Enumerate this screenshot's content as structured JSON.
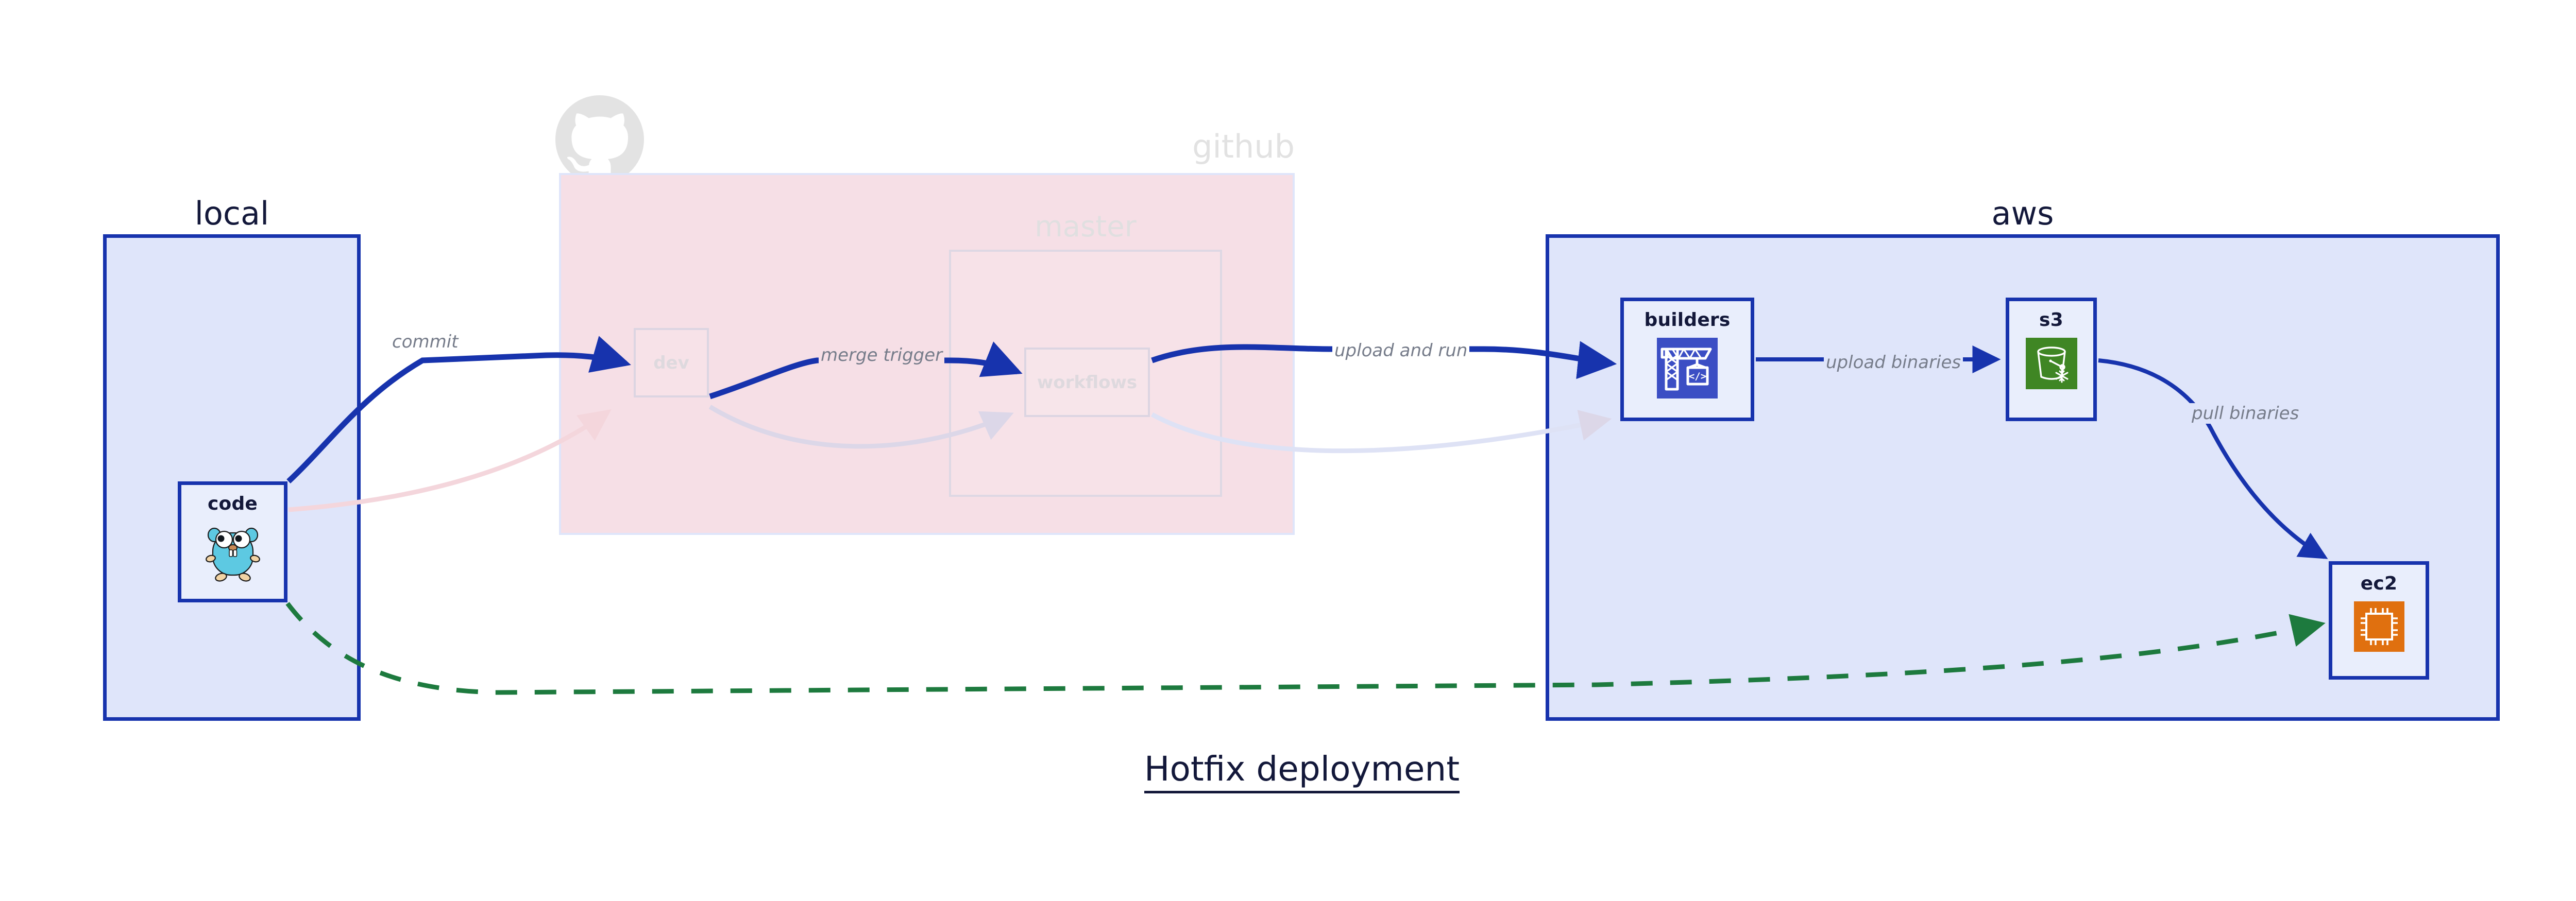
{
  "diagram": {
    "title": "Hotfix deployment",
    "colors": {
      "container_border_blue": "#1733ad",
      "container_fill_blue": "#dfe5fa",
      "github_fill_pink": "#f6dfe6",
      "node_fill": "#e9eefc",
      "arrow_blue": "#1733ad",
      "arrow_green_dashed": "#1d7a3e",
      "label_gray": "#767c8a",
      "ghost_gray": "#e0dfe0",
      "builders_icon_bg": "#3b4ec4",
      "s3_icon_bg": "#3f8624",
      "ec2_icon_bg": "#e0700f",
      "gopher_teal": "#5dc9e2"
    }
  },
  "groups": [
    {
      "id": "local",
      "label": "local"
    },
    {
      "id": "github",
      "label": "github"
    },
    {
      "id": "master",
      "label": "master"
    },
    {
      "id": "aws",
      "label": "aws"
    }
  ],
  "nodes": [
    {
      "id": "code",
      "label": "code",
      "icon": "gopher-icon",
      "group": "local"
    },
    {
      "id": "dev",
      "label": "dev",
      "icon": null,
      "group": "github"
    },
    {
      "id": "workflows",
      "label": "workflows",
      "icon": null,
      "group": "master"
    },
    {
      "id": "builders",
      "label": "builders",
      "icon": "crane-icon",
      "group": "aws"
    },
    {
      "id": "s3",
      "label": "s3",
      "icon": "bucket-icon",
      "group": "aws"
    },
    {
      "id": "ec2",
      "label": "ec2",
      "icon": "chip-icon",
      "group": "aws"
    }
  ],
  "edges": [
    {
      "id": "e1",
      "from": "code",
      "to": "dev",
      "label": "commit",
      "style": "solid",
      "color": "#1733ad"
    },
    {
      "id": "e2",
      "from": "dev",
      "to": "workflows",
      "label": "merge trigger",
      "style": "solid",
      "color": "#1733ad"
    },
    {
      "id": "e3",
      "from": "workflows",
      "to": "builders",
      "label": "upload and run",
      "style": "solid",
      "color": "#1733ad"
    },
    {
      "id": "e4",
      "from": "builders",
      "to": "s3",
      "label": "upload binaries",
      "style": "solid",
      "color": "#1733ad"
    },
    {
      "id": "e5",
      "from": "s3",
      "to": "ec2",
      "label": "pull binaries",
      "style": "solid",
      "color": "#1733ad"
    },
    {
      "id": "e6",
      "from": "code",
      "to": "ec2",
      "label": "",
      "style": "dashed",
      "color": "#1d7a3e"
    }
  ],
  "ghost_edges": [
    {
      "id": "g1",
      "from": "code",
      "to": "dev",
      "label": ""
    },
    {
      "id": "g2",
      "from": "dev",
      "to": "workflows",
      "label": ""
    },
    {
      "id": "g3",
      "from": "workflows",
      "to": "builders",
      "label": ""
    }
  ]
}
